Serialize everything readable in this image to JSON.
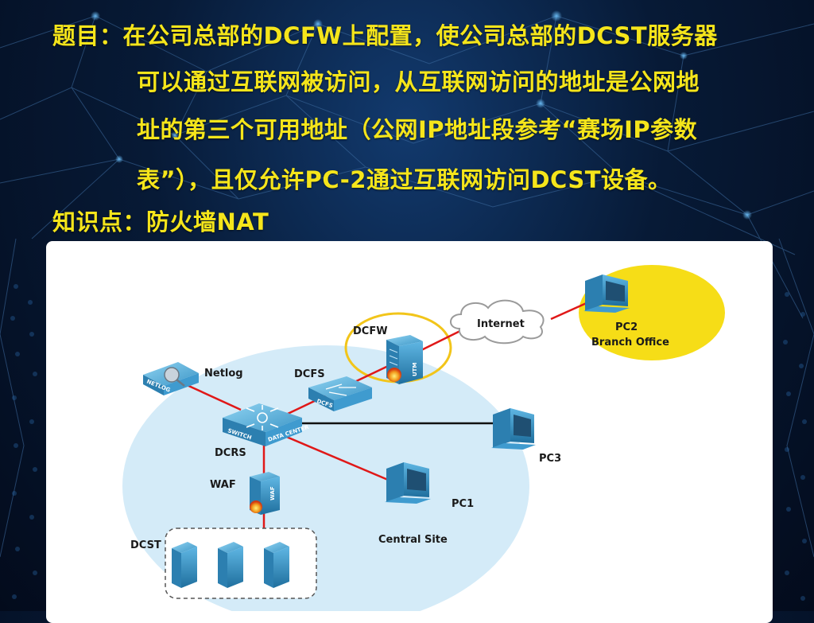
{
  "question": {
    "line1": "题目：在公司总部的DCFW上配置，使公司总部的DCST服务器",
    "line2": "可以通过互联网被访问，从互联网访问的地址是公网地",
    "line3": "址的第三个可用地址（公网IP地址段参考“赛场IP参数",
    "line4": "表”），且仅允许PC-2通过互联网访问DCST设备。",
    "knowledge": "知识点：防火墙NAT"
  },
  "diagram": {
    "internet_label": "Internet",
    "dcfw_label": "DCFW",
    "utm_text": "UTM",
    "dcfs_label": "DCFS",
    "dcfs_text": "DCFS",
    "netlog_label": "Netlog",
    "netlog_text": "NETLOG",
    "switch_text_1": "SWITCH",
    "switch_text_2": "DATA CENTER",
    "dcrs_label": "DCRS",
    "waf_label": "WAF",
    "waf_text": "WAF",
    "dcst_label": "DCST",
    "pc1_label": "PC1",
    "pc3_label": "PC3",
    "pc2_label": "PC2",
    "branch_label": "Branch Office",
    "central_label": "Central Site"
  },
  "colors": {
    "title_text": "#f5e51b",
    "link_red": "#e01818",
    "link_black": "#111111",
    "central_ellipse": "#d4ebf8",
    "branch_ellipse": "#f6dd17",
    "highlight_ring": "#f2c51a"
  }
}
